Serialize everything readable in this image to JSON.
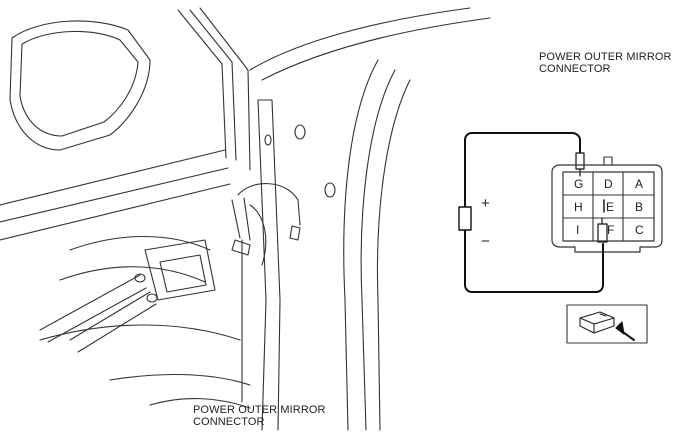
{
  "labels": {
    "top_right": [
      "POWER OUTER MIRROR",
      "CONNECTOR"
    ],
    "bottom": [
      "POWER OUTER MIRROR",
      "CONNECTOR"
    ]
  },
  "connector": {
    "pins": [
      [
        "G",
        "D",
        "A"
      ],
      [
        "H",
        "E",
        "B"
      ],
      [
        "I",
        "F",
        "C"
      ]
    ]
  },
  "battery": {
    "plus": "+",
    "minus": "−"
  }
}
